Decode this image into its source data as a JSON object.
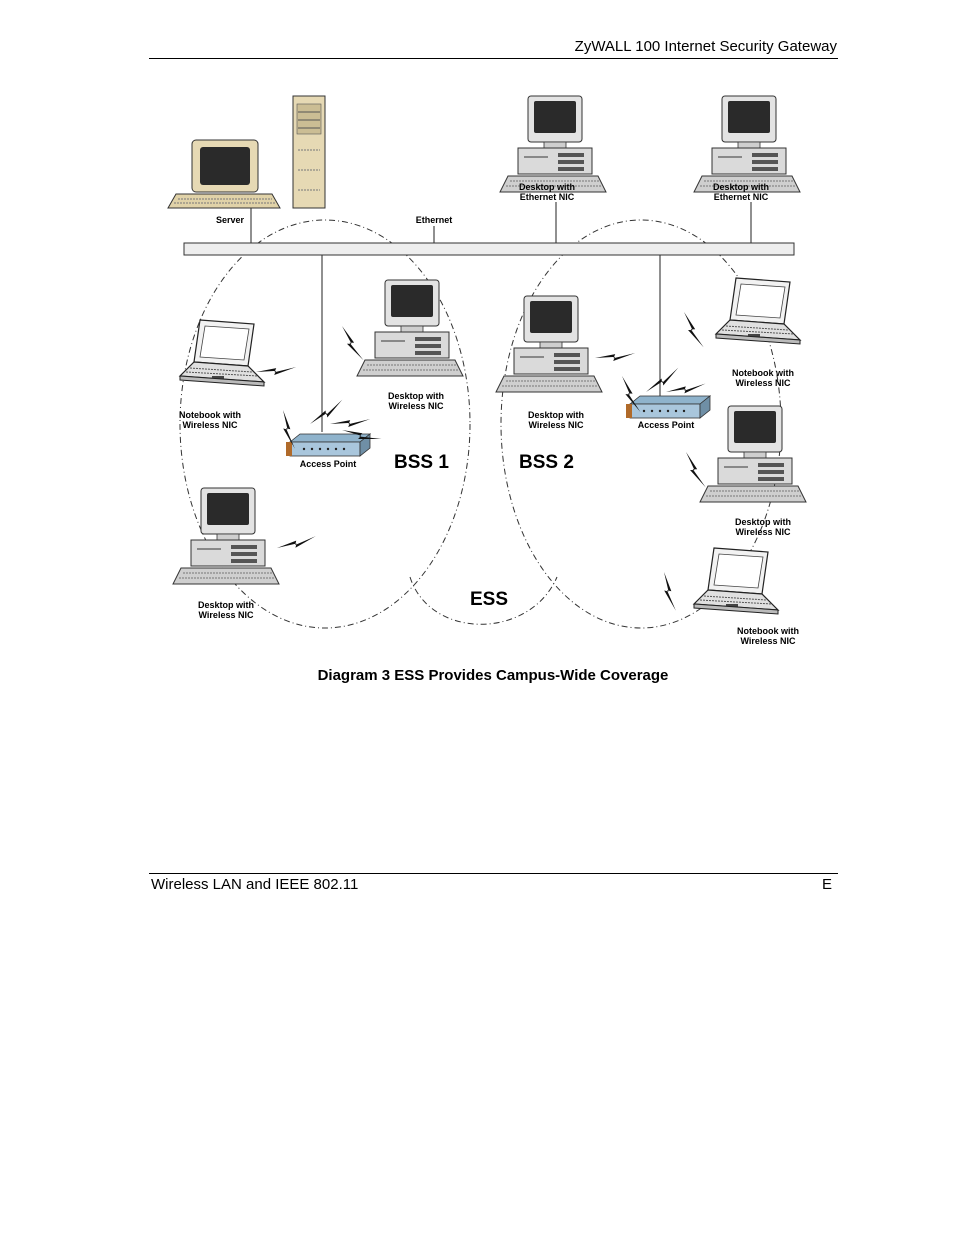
{
  "header": {
    "title": "ZyWALL 100 Internet Security Gateway"
  },
  "footer": {
    "left": "Wireless LAN and IEEE 802.11",
    "right": "E"
  },
  "figure": {
    "caption": "Diagram 3 ESS Provides Campus-Wide Coverage",
    "labels": {
      "server": "Server",
      "ethernet": "Ethernet",
      "desktop_eth_1_l1": "Desktop with",
      "desktop_eth_1_l2": "Ethernet NIC",
      "desktop_eth_2_l1": "Desktop with",
      "desktop_eth_2_l2": "Ethernet NIC",
      "notebook_a_l1": "Notebook with",
      "notebook_a_l2": "Wireless NIC",
      "desktop_a_l1": "Desktop with",
      "desktop_a_l2": "Wireless NIC",
      "ap1": "Access Point",
      "desktop_b_l1": "Desktop with",
      "desktop_b_l2": "Wireless NIC",
      "desktop_c_l1": "Desktop with",
      "desktop_c_l2": "Wireless NIC",
      "ap2": "Access Point",
      "notebook_b_l1": "Notebook with",
      "notebook_b_l2": "Wireless NIC",
      "desktop_d_l1": "Desktop with",
      "desktop_d_l2": "Wireless NIC",
      "notebook_c_l1": "Notebook with",
      "notebook_c_l2": "Wireless NIC",
      "bss1": "BSS 1",
      "bss2": "BSS 2",
      "ess": "ESS"
    }
  }
}
